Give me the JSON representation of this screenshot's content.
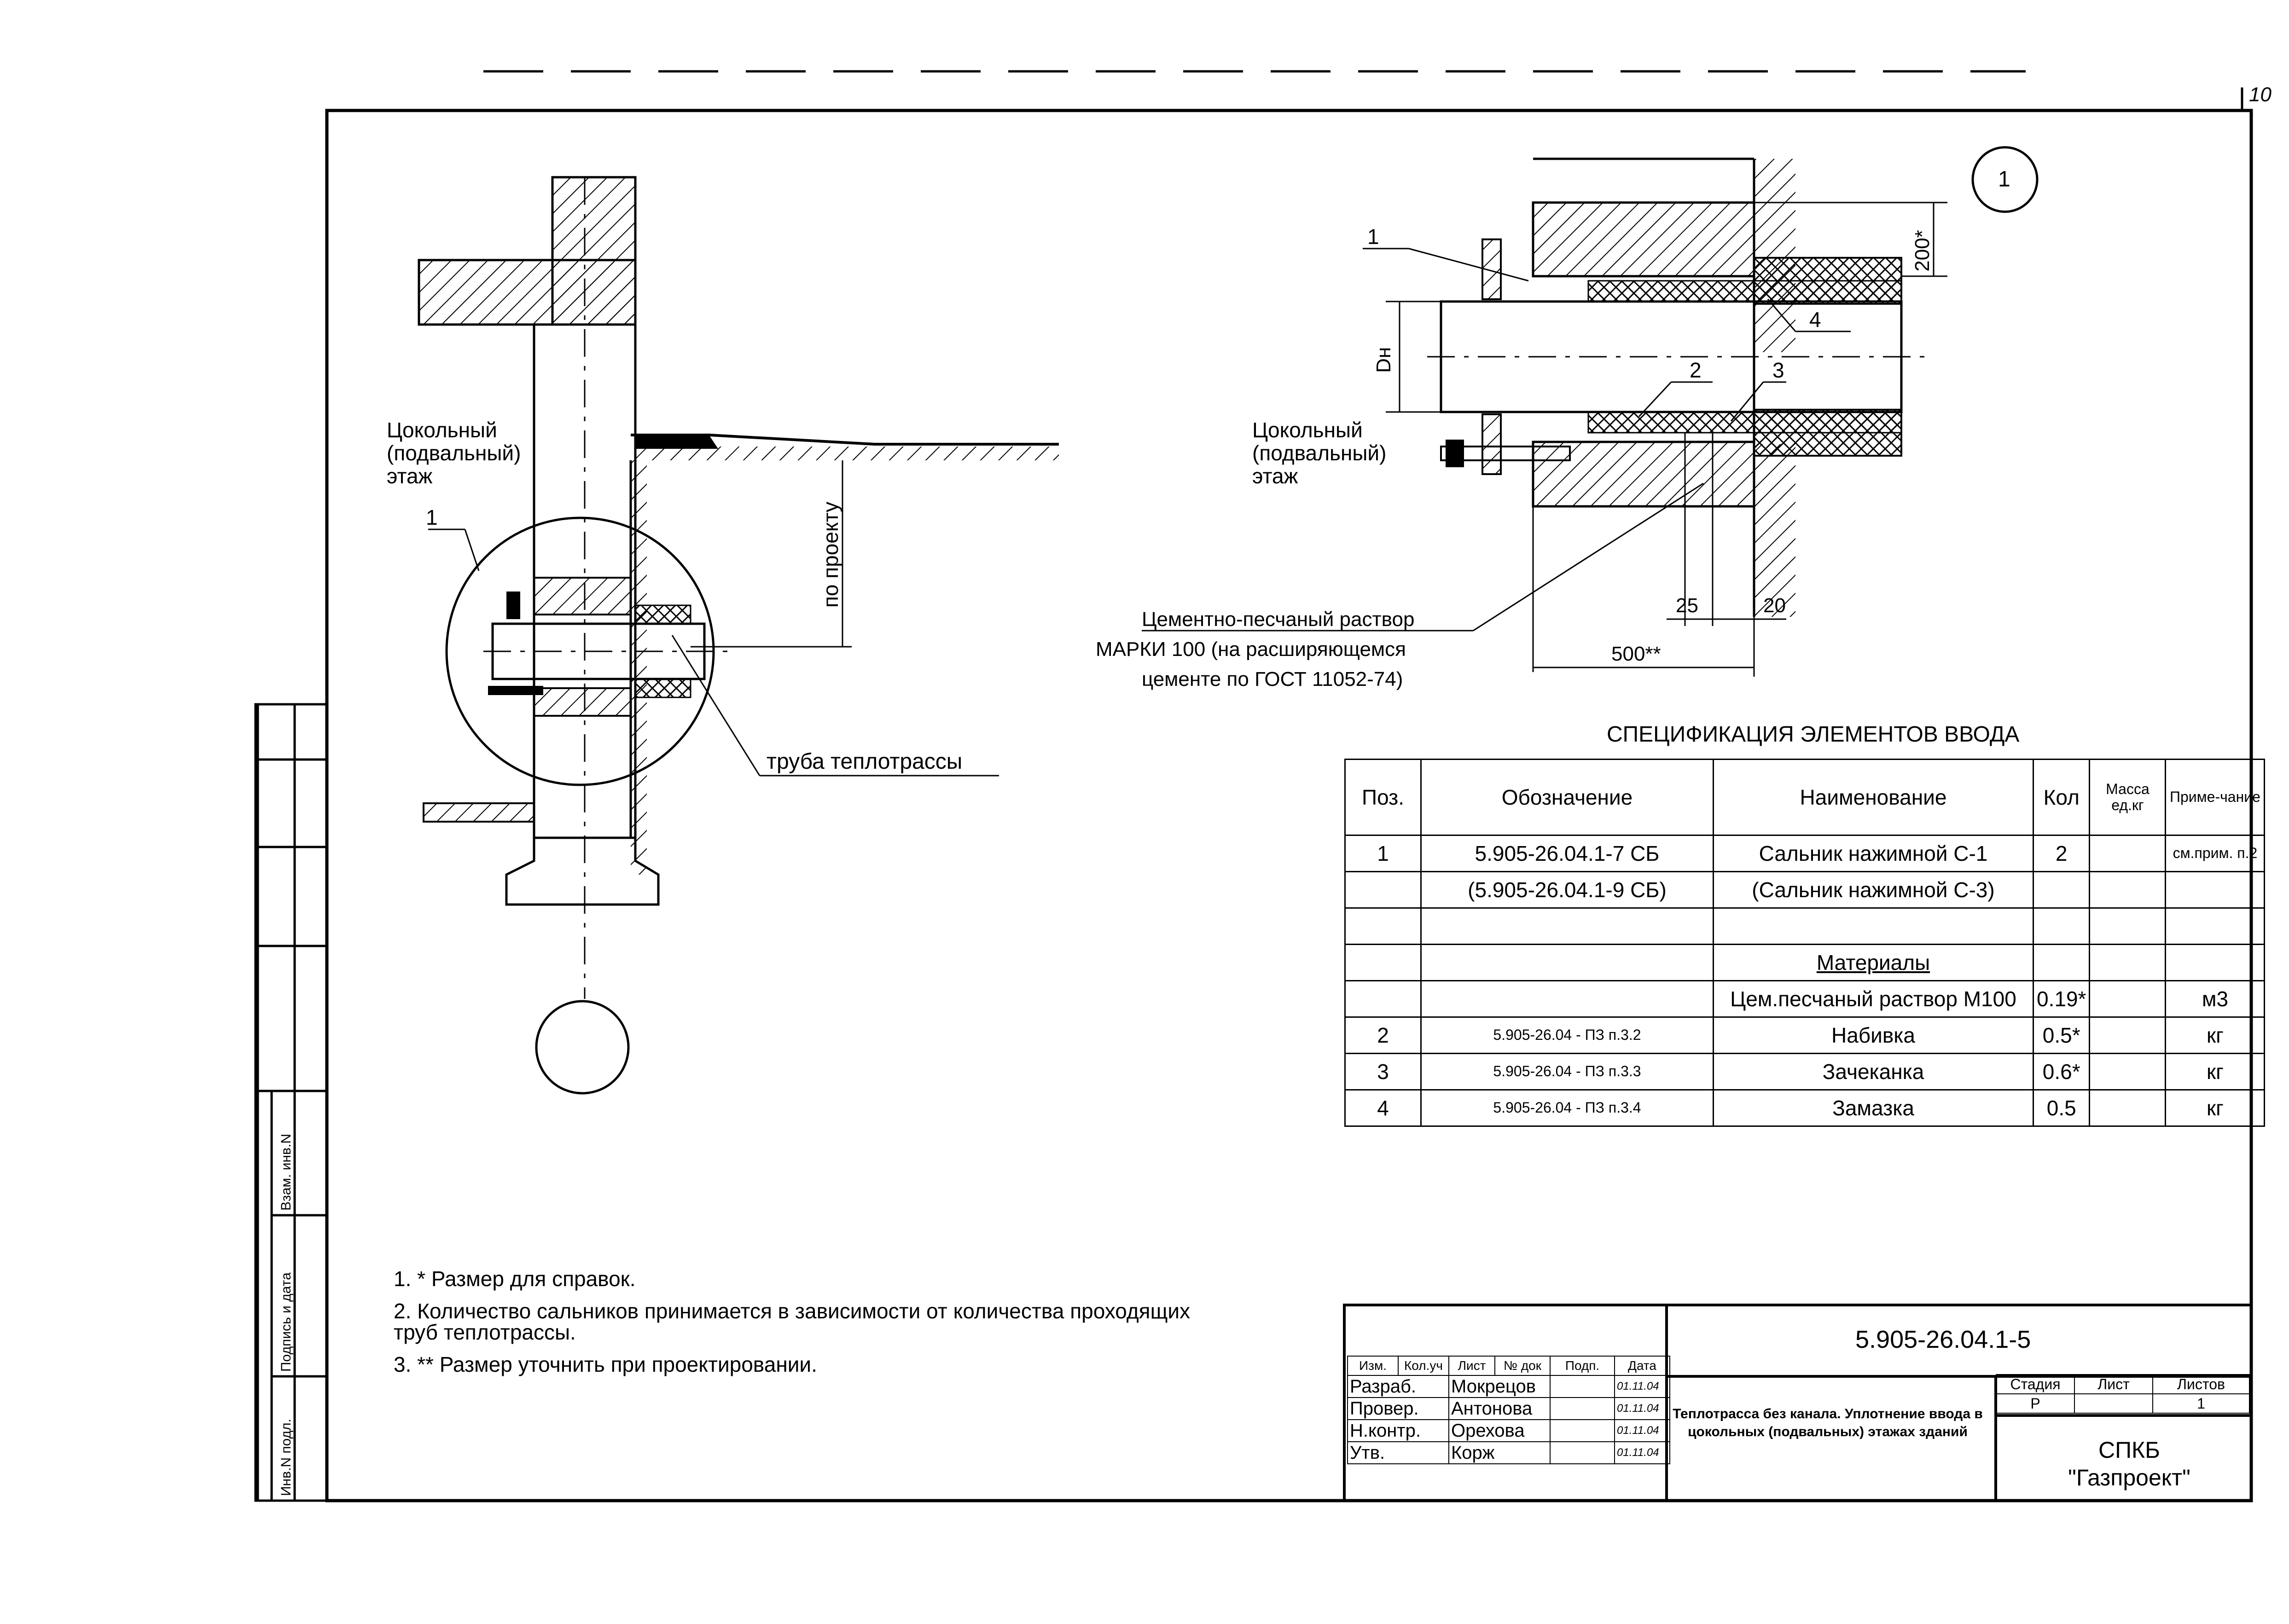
{
  "sheet_number": "10",
  "detail_marker": "1",
  "left_drawing": {
    "floor_label": [
      "Цокольный",
      "(подвальный)",
      "этаж"
    ],
    "leader_1": "1",
    "dimension_label": "по проекту",
    "pipe_label": "труба теплотрассы"
  },
  "right_drawing": {
    "floor_label": [
      "Цокольный",
      "(подвальный)",
      "этаж"
    ],
    "leader_1": "1",
    "leader_2": "2",
    "leader_3": "3",
    "leader_4": "4",
    "dim_dn": "Dн",
    "dim_200": "200*",
    "dim_25": "25",
    "dim_20": "20",
    "dim_500": "500**",
    "mortar_note": [
      "Цементно-песчаный раствор",
      "МАРКИ 100 (на расширяющемся",
      "цементе по ГОСТ 11052-74)"
    ]
  },
  "spec": {
    "title": "СПЕЦИФИКАЦИЯ ЭЛЕМЕНТОВ ВВОДА",
    "headers": [
      "Поз.",
      "Обозначение",
      "Наименование",
      "Кол",
      "Масса ед.кг",
      "Приме-чание"
    ],
    "rows": [
      [
        "1",
        "5.905-26.04.1-7 СБ",
        "Сальник нажимной С-1",
        "2",
        "",
        "см.прим. п.2"
      ],
      [
        "",
        "(5.905-26.04.1-9 СБ)",
        "(Сальник нажимной С-3)",
        "",
        "",
        ""
      ],
      [
        "",
        "",
        "",
        "",
        "",
        ""
      ],
      [
        "",
        "",
        "Материалы",
        "",
        "",
        ""
      ],
      [
        "",
        "",
        "Цем.песчаный раствор М100",
        "0.19*",
        "",
        "м3"
      ],
      [
        "2",
        "5.905-26.04 - ПЗ п.3.2",
        "Набивка",
        "0.5*",
        "",
        "кг"
      ],
      [
        "3",
        "5.905-26.04 - ПЗ п.3.3",
        "Зачеканка",
        "0.6*",
        "",
        "кг"
      ],
      [
        "4",
        "5.905-26.04 - ПЗ п.3.4",
        "Замазка",
        "0.5",
        "",
        "кг"
      ]
    ]
  },
  "notes": [
    "1. * Размер для справок.",
    "2. Количество сальников принимается в зависимости от количества проходящих труб теплотрассы.",
    "3. ** Размер уточнить при проектировании."
  ],
  "title_block": {
    "doc_code": "5.905-26.04.1-5",
    "header_cells": [
      "Изм.",
      "Кол.уч",
      "Лист",
      "№ док",
      "Подп.",
      "Дата"
    ],
    "people": [
      {
        "role": "Разраб.",
        "name": "Мокрецов",
        "date": "01.11.04"
      },
      {
        "role": "Провер.",
        "name": "Антонова",
        "date": "01.11.04"
      },
      {
        "role": "Н.контр.",
        "name": "Орехова",
        "date": "01.11.04"
      },
      {
        "role": "Утв.",
        "name": "Корж",
        "date": "01.11.04"
      }
    ],
    "description": "Теплотрасса без канала. Уплотнение ввода в цокольных (подвальных) этажах зданий",
    "stage_headers": [
      "Стадия",
      "Лист",
      "Листов"
    ],
    "stage_values": [
      "Р",
      "",
      "1"
    ],
    "org": [
      "СПКБ",
      "\"Газпроект\""
    ]
  },
  "side_stamp": [
    "Взам. инв.N",
    "Подпись и дата",
    "Инв.N подл."
  ]
}
